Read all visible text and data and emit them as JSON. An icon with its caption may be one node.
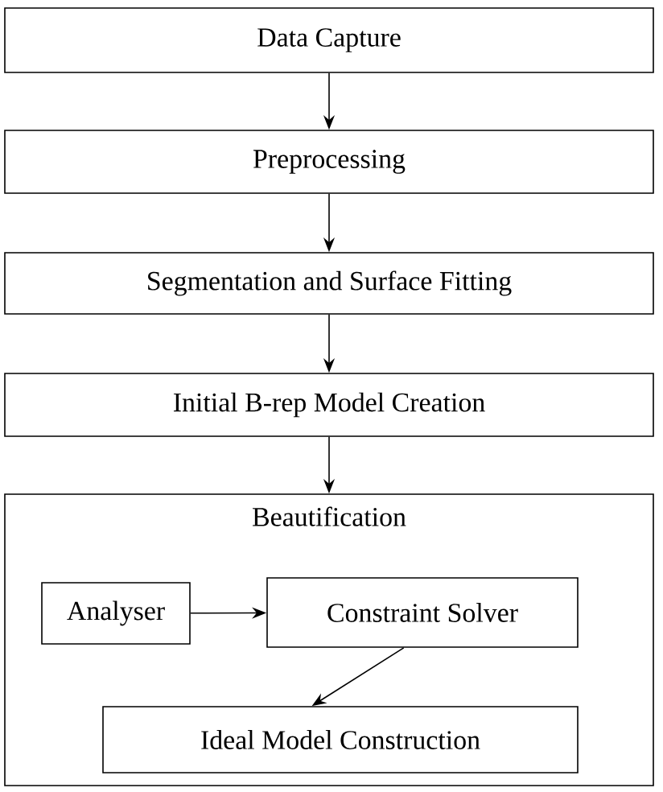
{
  "diagram": {
    "nodes": [
      {
        "text": [
          "Data Capture"
        ]
      },
      {
        "text": [
          "Preprocessing"
        ]
      },
      {
        "text": [
          "Segmentation and Surface Fitting"
        ]
      },
      {
        "text": [
          "Initial B-rep Model Creation"
        ]
      },
      {
        "text": [
          "Beautification"
        ]
      },
      {
        "text": [
          "Analyser"
        ],
        "in": 4
      },
      {
        "text": [
          "Constraint Solver"
        ],
        "in": 4
      },
      {
        "text": [
          "Ideal Model Construction"
        ],
        "in": 4
      }
    ],
    "edges": [
      {
        "from": 0,
        "to": 1,
        "arrow": "to"
      },
      {
        "from": 1,
        "to": 2,
        "arrow": "to"
      },
      {
        "from": 2,
        "to": 3,
        "arrow": "to"
      },
      {
        "from": 3,
        "to": 4,
        "arrow": "to"
      },
      {
        "from": 5,
        "to": 6,
        "arrow": "to"
      },
      {
        "from": 6,
        "to": 7,
        "arrow": "to"
      }
    ]
  }
}
